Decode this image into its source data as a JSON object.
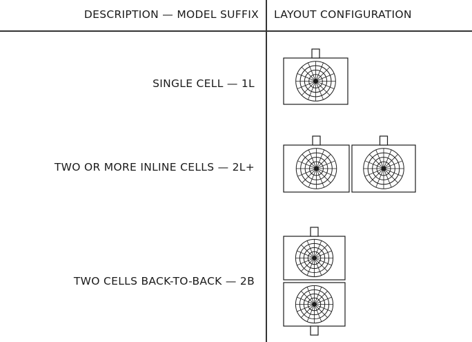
{
  "headers": {
    "description": "DESCRIPTION — MODEL SUFFIX",
    "layout": "LAYOUT CONFIGURATION"
  },
  "rows": [
    {
      "label": "SINGLE CELL — 1L",
      "cells": 1,
      "arrangement": "single"
    },
    {
      "label": "TWO OR MORE INLINE CELLS — 2L+",
      "cells": 2,
      "arrangement": "inline"
    },
    {
      "label": "TWO CELLS BACK-TO-BACK — 2B",
      "cells": 2,
      "arrangement": "back-to-back"
    }
  ],
  "icons": {
    "cell": "fan-cell-icon"
  }
}
